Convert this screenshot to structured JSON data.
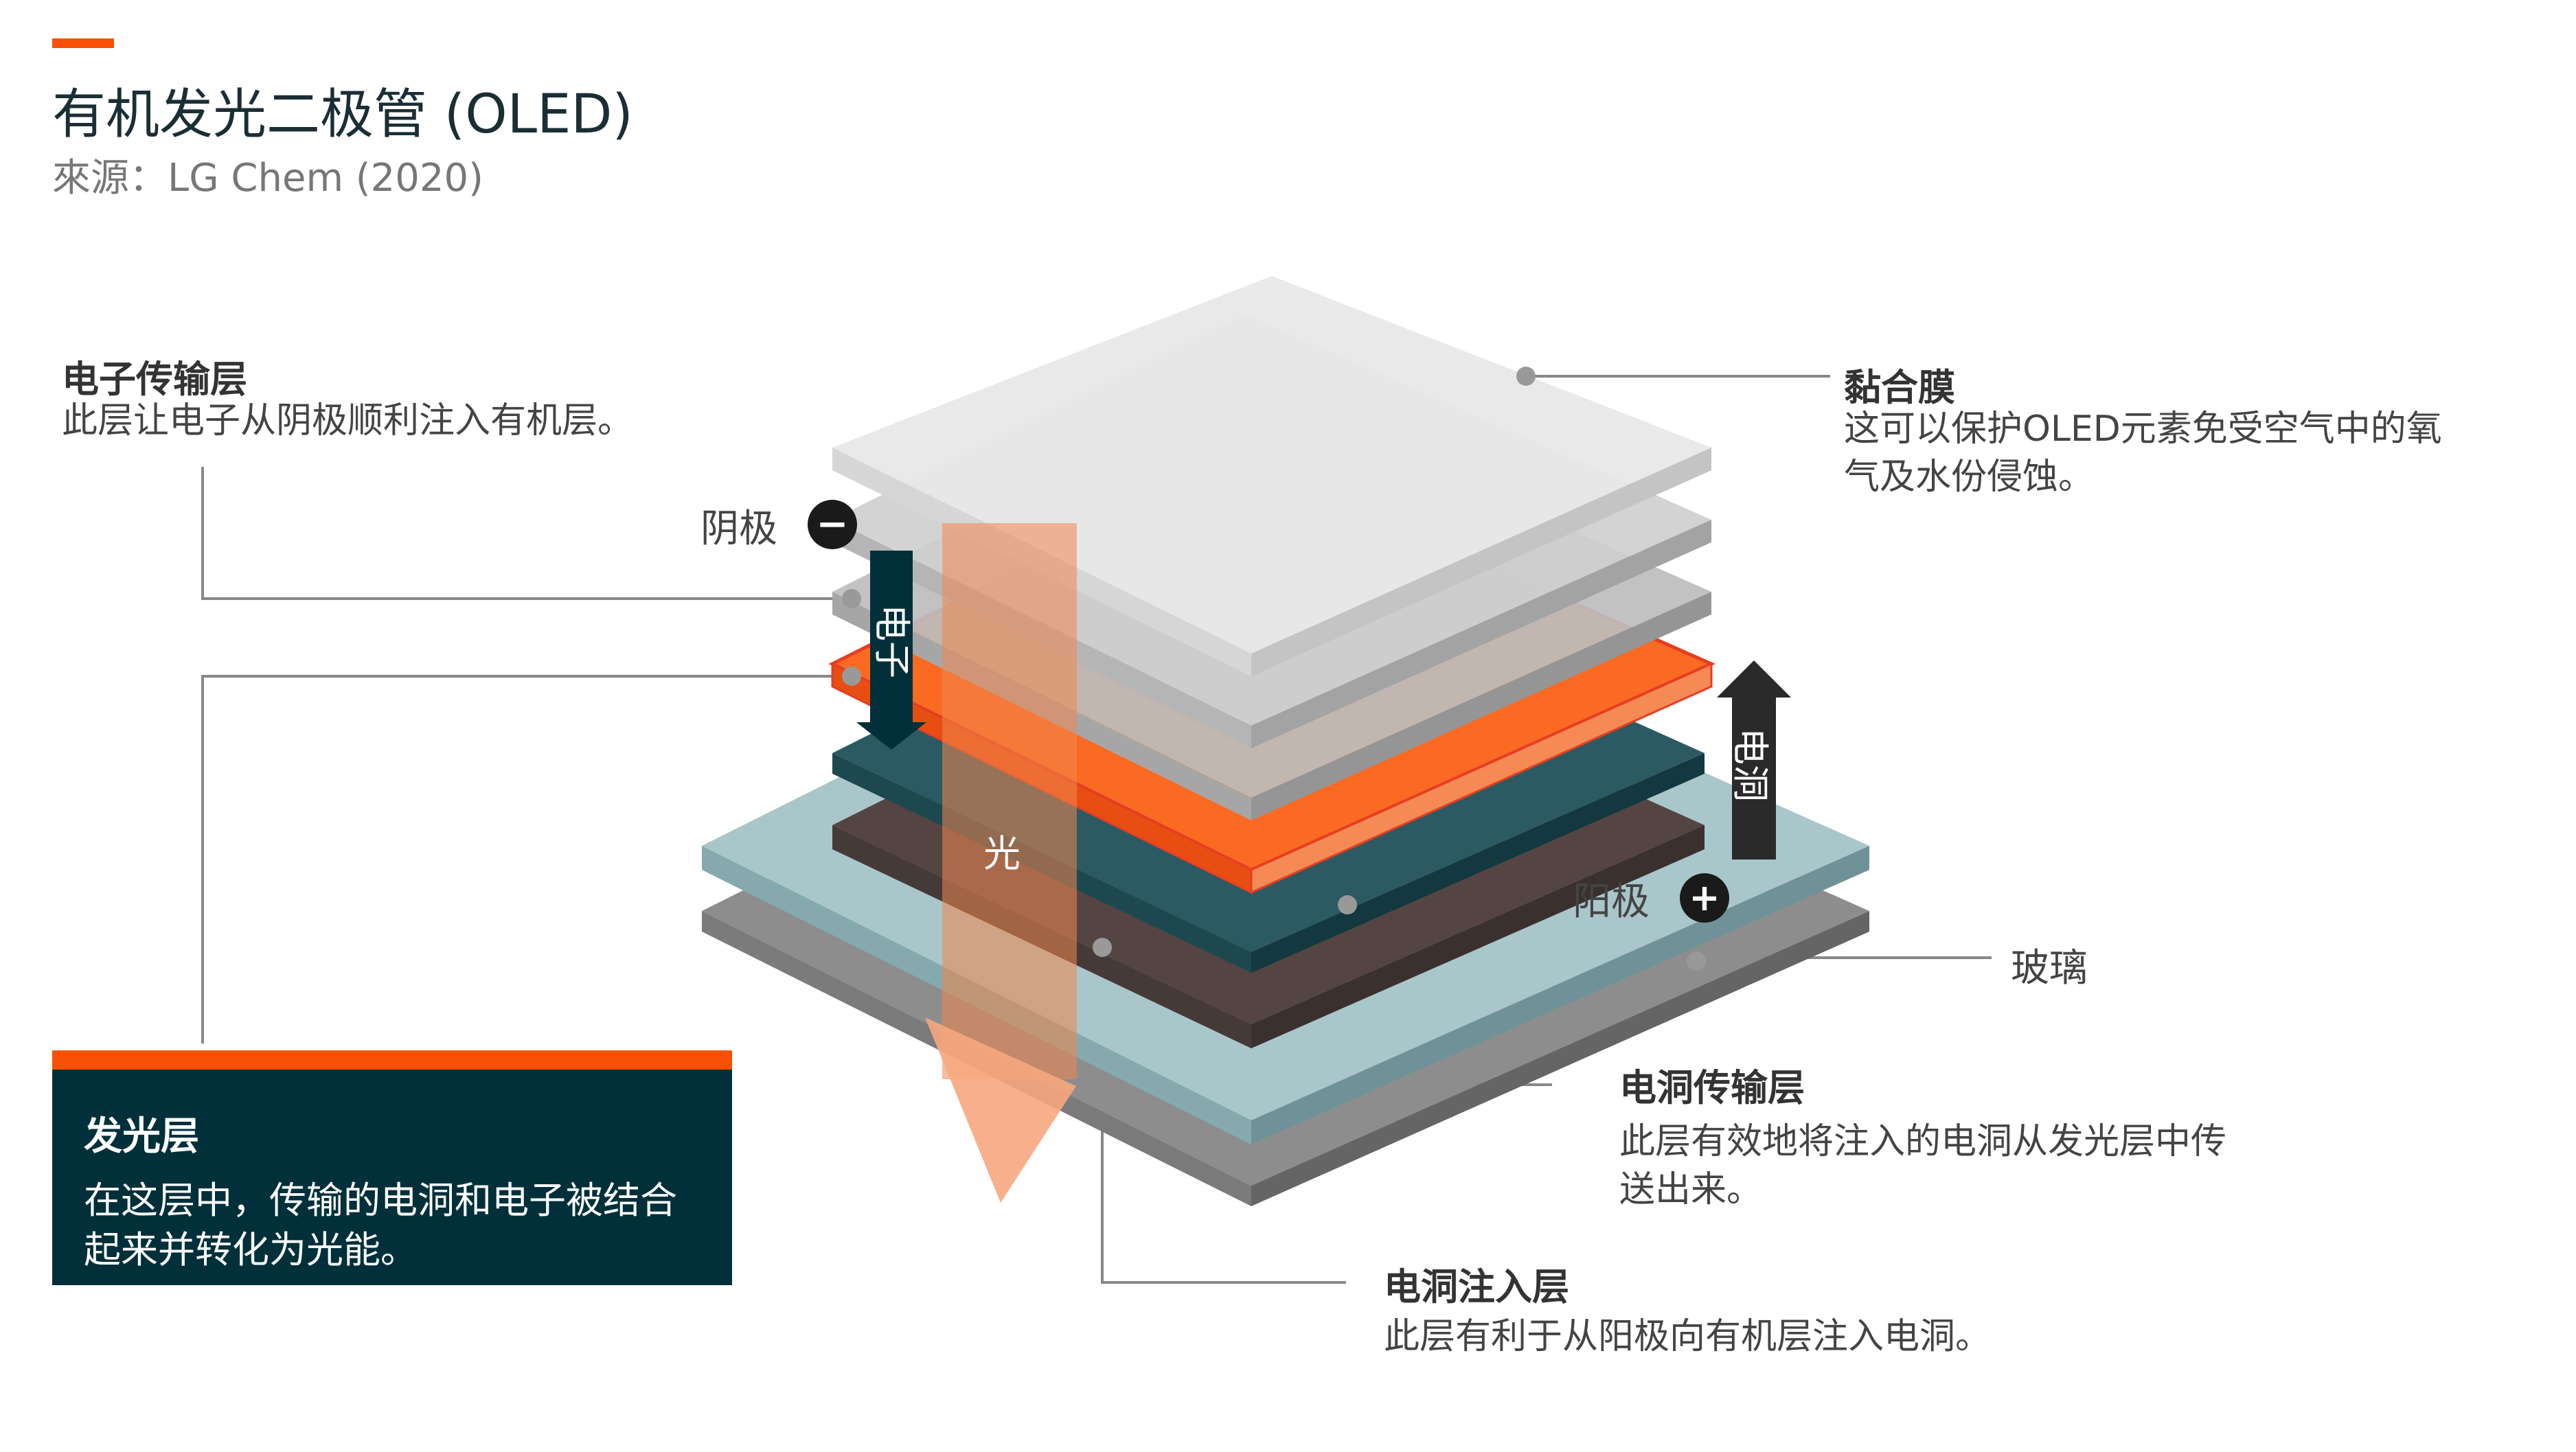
{
  "header": {
    "title": "有机发光二极管 (OLED)",
    "source": "來源：LG Chem (2020)"
  },
  "annotations": {
    "electron_transport": {
      "title": "电子传输层",
      "desc": "此层让电子从阴极顺利注入有机层。"
    },
    "adhesive_film": {
      "title": "黏合膜",
      "desc_lines": [
        "这可以保护OLED元素免受空气中的氧",
        "气及水份侵蚀。"
      ]
    },
    "cathode": "阴极",
    "anode": "阳极",
    "glass": "玻璃",
    "hole_transport": {
      "title": "电洞传输层",
      "desc_lines": [
        "此层有效地将注入的电洞从发光层中传",
        "送出来。"
      ]
    },
    "hole_injection": {
      "title": "电洞注入层",
      "desc": "此层有利于从阳极向有机层注入电洞。"
    },
    "emissive": {
      "title": "发光层",
      "desc_lines": [
        "在这层中，传输的电洞和电子被结合",
        "起来并转化为光能。"
      ]
    }
  },
  "arrows": {
    "electron": "电子",
    "hole": "电洞",
    "light": "光"
  },
  "signs": {
    "minus": "−",
    "plus": "+"
  },
  "colors": {
    "accent": "#fa5005",
    "dark_teal": "#01303a",
    "emissive_orange": "#fa5005",
    "light_beam": "#f29d6f",
    "glass_blue": "#8fb0b5"
  }
}
